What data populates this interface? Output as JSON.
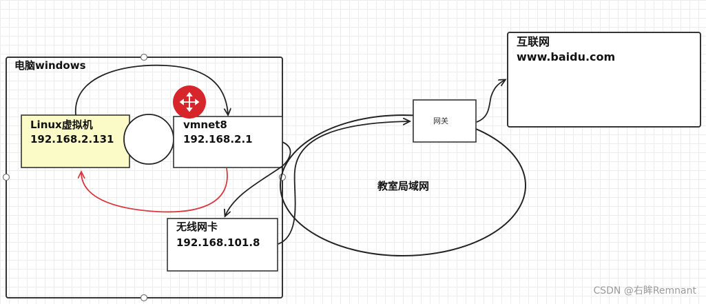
{
  "computer": {
    "label": "电脑windows"
  },
  "linux_vm": {
    "name": "Linux虚拟机",
    "ip": "192.168.2.131",
    "fill": "#fbfbc8"
  },
  "vmnet8": {
    "name": "vmnet8",
    "ip": "192.168.2.1"
  },
  "wireless_nic": {
    "name": "无线网卡",
    "ip": "192.168.101.8"
  },
  "gateway": {
    "label": "网关"
  },
  "classroom_lan": {
    "label": "教室局域网"
  },
  "internet": {
    "title": "互联网",
    "url": "www.baidu.com"
  },
  "cursor": {
    "icon": "move-cursor-icon",
    "color": "#d7262b"
  },
  "red_arrow_color": "#d9363e",
  "watermark": "CSDN @右眸Remnant"
}
